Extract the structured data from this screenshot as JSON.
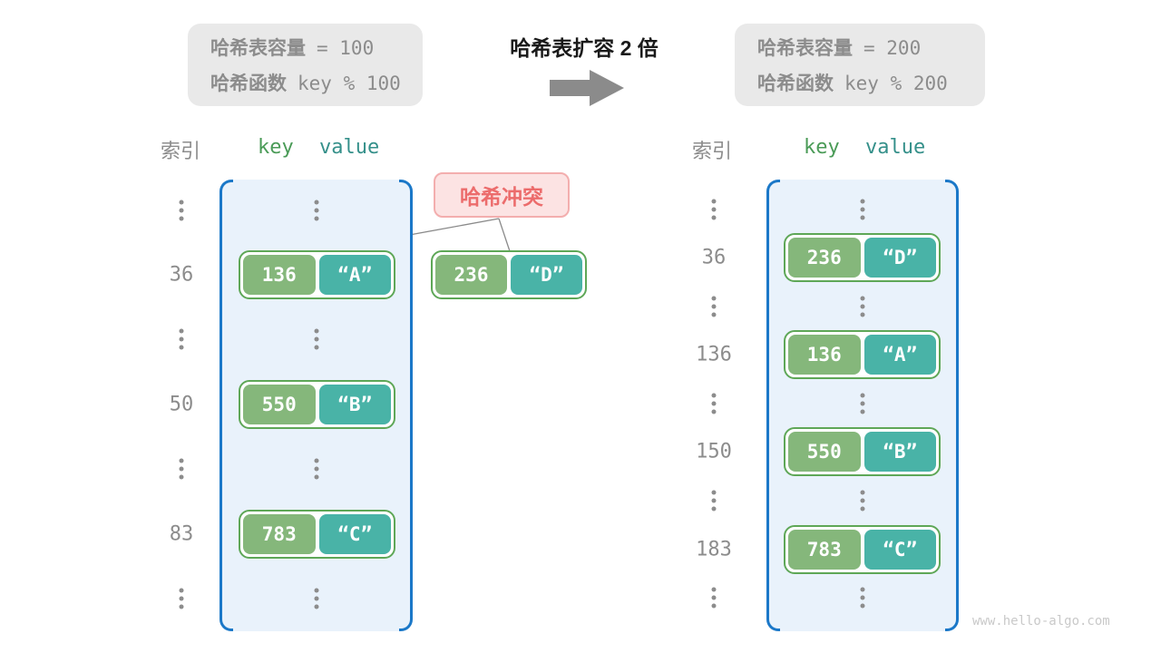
{
  "top": {
    "before_box": {
      "capacity_label": "哈希表容量",
      "capacity_value": "= 100",
      "hash_label": "哈希函数",
      "hash_value": "key % 100"
    },
    "title": "哈希表扩容 2 倍",
    "after_box": {
      "capacity_label": "哈希表容量",
      "capacity_value": "= 200",
      "hash_label": "哈希函数",
      "hash_value": "key % 200"
    }
  },
  "columns": {
    "index": "索引",
    "key": "key",
    "value": "value"
  },
  "collision": {
    "label": "哈希冲突",
    "pair": {
      "key": "236",
      "value": "“D”"
    }
  },
  "before_table": {
    "entries": [
      {
        "index": "36",
        "key": "136",
        "value": "“A”"
      },
      {
        "index": "50",
        "key": "550",
        "value": "“B”"
      },
      {
        "index": "83",
        "key": "783",
        "value": "“C”"
      }
    ]
  },
  "after_table": {
    "entries": [
      {
        "index": "36",
        "key": "236",
        "value": "“D”"
      },
      {
        "index": "136",
        "key": "136",
        "value": "“A”"
      },
      {
        "index": "150",
        "key": "550",
        "value": "“B”"
      },
      {
        "index": "183",
        "key": "783",
        "value": "“C”"
      }
    ]
  },
  "watermark": "www.hello-algo.com",
  "colors": {
    "accent_blue": "#1b78c8",
    "container_fill": "#e9f2fb",
    "key_green": "#85b77b",
    "value_teal": "#49b3a7",
    "pair_border_green": "#5ea757",
    "collision_red": "#ec6c6c",
    "collision_pink": "#fce3e3",
    "gray_text": "#8c8c8c",
    "box_gray": "#e9e9e9"
  }
}
